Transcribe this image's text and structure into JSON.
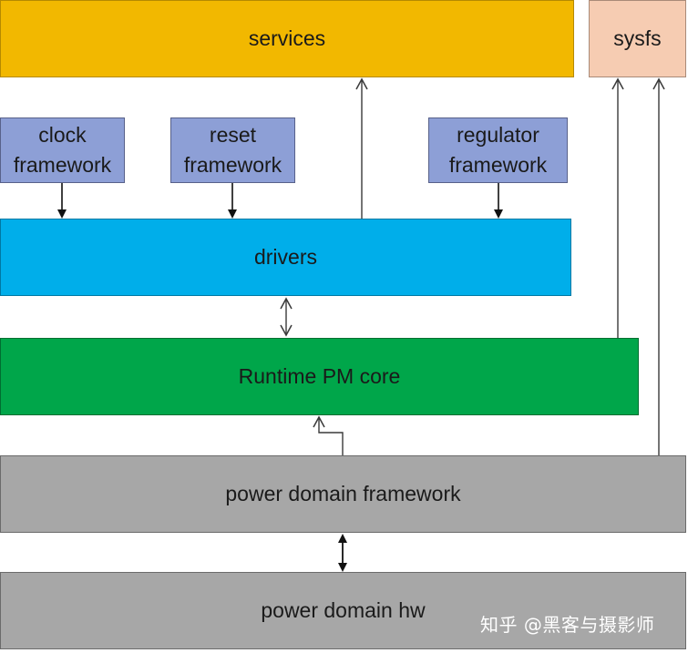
{
  "blocks": {
    "services": "services",
    "sysfs": "sysfs",
    "clock_framework": "clock\nframework",
    "reset_framework": "reset\nframework",
    "regulator_framework": "regulator\nframework",
    "drivers": "drivers",
    "runtime_pm_core": "Runtime PM core",
    "power_domain_framework": "power domain framework",
    "power_domain_hw": "power domain hw"
  },
  "watermark": "知乎 @黑客与摄影师"
}
